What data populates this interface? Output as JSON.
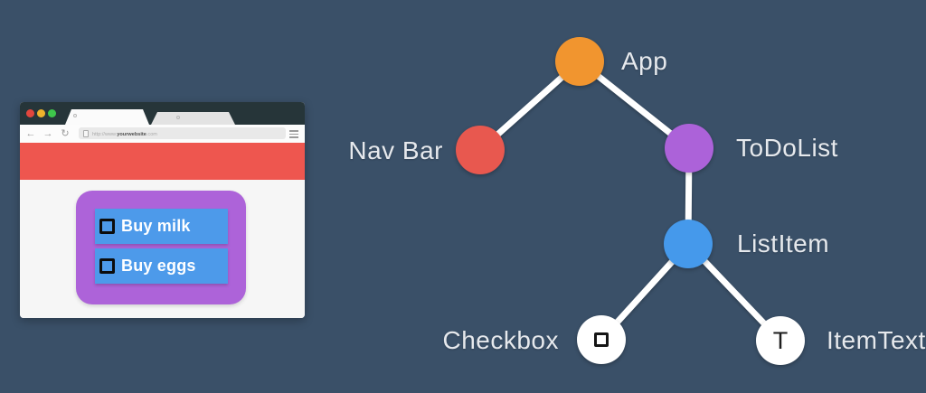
{
  "canvas": {
    "background": "#3A5068"
  },
  "browser": {
    "titlebar": {
      "background": "#263539",
      "traffic_lights": [
        {
          "name": "close",
          "color": "#E2463D"
        },
        {
          "name": "minimize",
          "color": "#EFB32C"
        },
        {
          "name": "zoom",
          "color": "#3EC64B"
        }
      ]
    },
    "toolbar": {
      "back_icon": "←",
      "forward_icon": "→",
      "refresh_icon": "↻",
      "menu_icon": "three-bars",
      "page_icon": "document-outline"
    },
    "url": {
      "prefix": "http://www.",
      "domain": "yourwebsite",
      "suffix": ".com"
    },
    "navbar_color": "#EE564F",
    "todo_panel": {
      "background": "#AD63D9",
      "item_background": "#4D9AEA",
      "items": [
        {
          "label": "Buy milk",
          "checked": false
        },
        {
          "label": "Buy eggs",
          "checked": false
        }
      ]
    }
  },
  "tree": {
    "edge_color": "#FFFFFF",
    "label_color": "#E6E9ED",
    "nodes": {
      "app": {
        "label": "App",
        "color": "#F1952F"
      },
      "navbar": {
        "label": "Nav Bar",
        "color": "#E8584F"
      },
      "todolist": {
        "label": "ToDoList",
        "color": "#AC62D9"
      },
      "listitem": {
        "label": "ListItem",
        "color": "#4599EB"
      },
      "checkbox": {
        "label": "Checkbox",
        "color": "#FFFFFF",
        "glyph": "square-outline"
      },
      "itemtext": {
        "label": "ItemText",
        "color": "#FFFFFF",
        "glyph": "T"
      }
    }
  }
}
